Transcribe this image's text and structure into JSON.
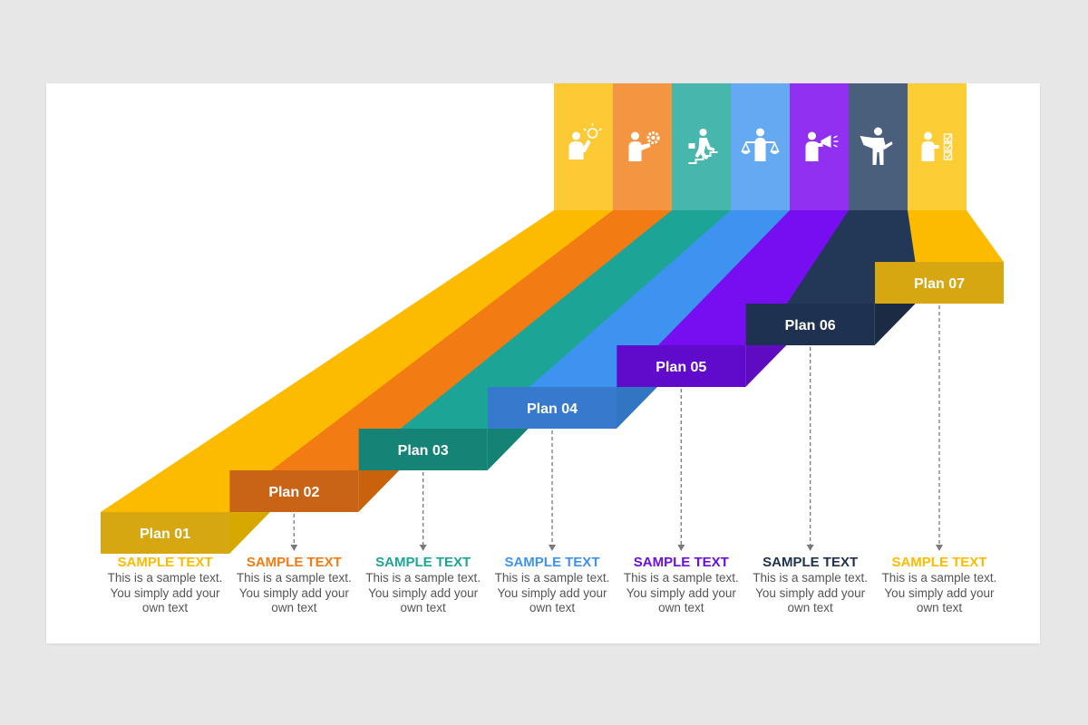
{
  "plans": [
    {
      "label": "Plan 01",
      "icon": "person-lightbulb-icon",
      "title": "SAMPLE TEXT",
      "line1": "This is a sample text.",
      "line2": "You simply add your",
      "line3": "own text",
      "top": "#fdca35",
      "beam": "#fdbb00",
      "side": "#d6a800",
      "front": "#d6a710",
      "titleColor": "#fdbb00"
    },
    {
      "label": "Plan 02",
      "icon": "person-gear-icon",
      "title": "SAMPLE TEXT",
      "line1": "This is a sample text.",
      "line2": "You simply add your",
      "line3": "own text",
      "top": "#f49541",
      "beam": "#f37b13",
      "side": "#c9620c",
      "front": "#c96316",
      "titleColor": "#f37b13"
    },
    {
      "label": "Plan 03",
      "icon": "person-climbing-stairs-icon",
      "title": "SAMPLE TEXT",
      "line1": "This is a sample text.",
      "line2": "You simply add your",
      "line3": "own text",
      "top": "#47b7ae",
      "beam": "#1ca597",
      "side": "#158276",
      "front": "#168377",
      "titleColor": "#1ca597"
    },
    {
      "label": "Plan 04",
      "icon": "person-scales-icon",
      "title": "SAMPLE TEXT",
      "line1": "This is a sample text.",
      "line2": "You simply add your",
      "line3": "own text",
      "top": "#65a9f2",
      "beam": "#3d93ef",
      "side": "#3175c3",
      "front": "#3779cc",
      "titleColor": "#3d93ef"
    },
    {
      "label": "Plan 05",
      "icon": "person-megaphone-icon",
      "title": "SAMPLE TEXT",
      "line1": "This is a sample text.",
      "line2": "You simply add your",
      "line3": "own text",
      "top": "#9130f1",
      "beam": "#760ef1",
      "side": "#5e0bc2",
      "front": "#600bcc",
      "titleColor": "#6a0fe0"
    },
    {
      "label": "Plan 06",
      "icon": "superhero-cape-icon",
      "title": "SAMPLE TEXT",
      "line1": "This is a sample text.",
      "line2": "You simply add your",
      "line3": "own text",
      "top": "#4a5f7b",
      "beam": "#233857",
      "side": "#1b2b44",
      "front": "#1f3150",
      "titleColor": "#1f3150"
    },
    {
      "label": "Plan 07",
      "icon": "person-checklist-icon",
      "title": "SAMPLE TEXT",
      "line1": "This is a sample text.",
      "line2": "You simply add your",
      "line3": "own text",
      "top": "#fdcd35",
      "beam": "#fdbb00",
      "side": "#d6a800",
      "front": "#d6a710",
      "titleColor": "#fdbb00"
    }
  ]
}
